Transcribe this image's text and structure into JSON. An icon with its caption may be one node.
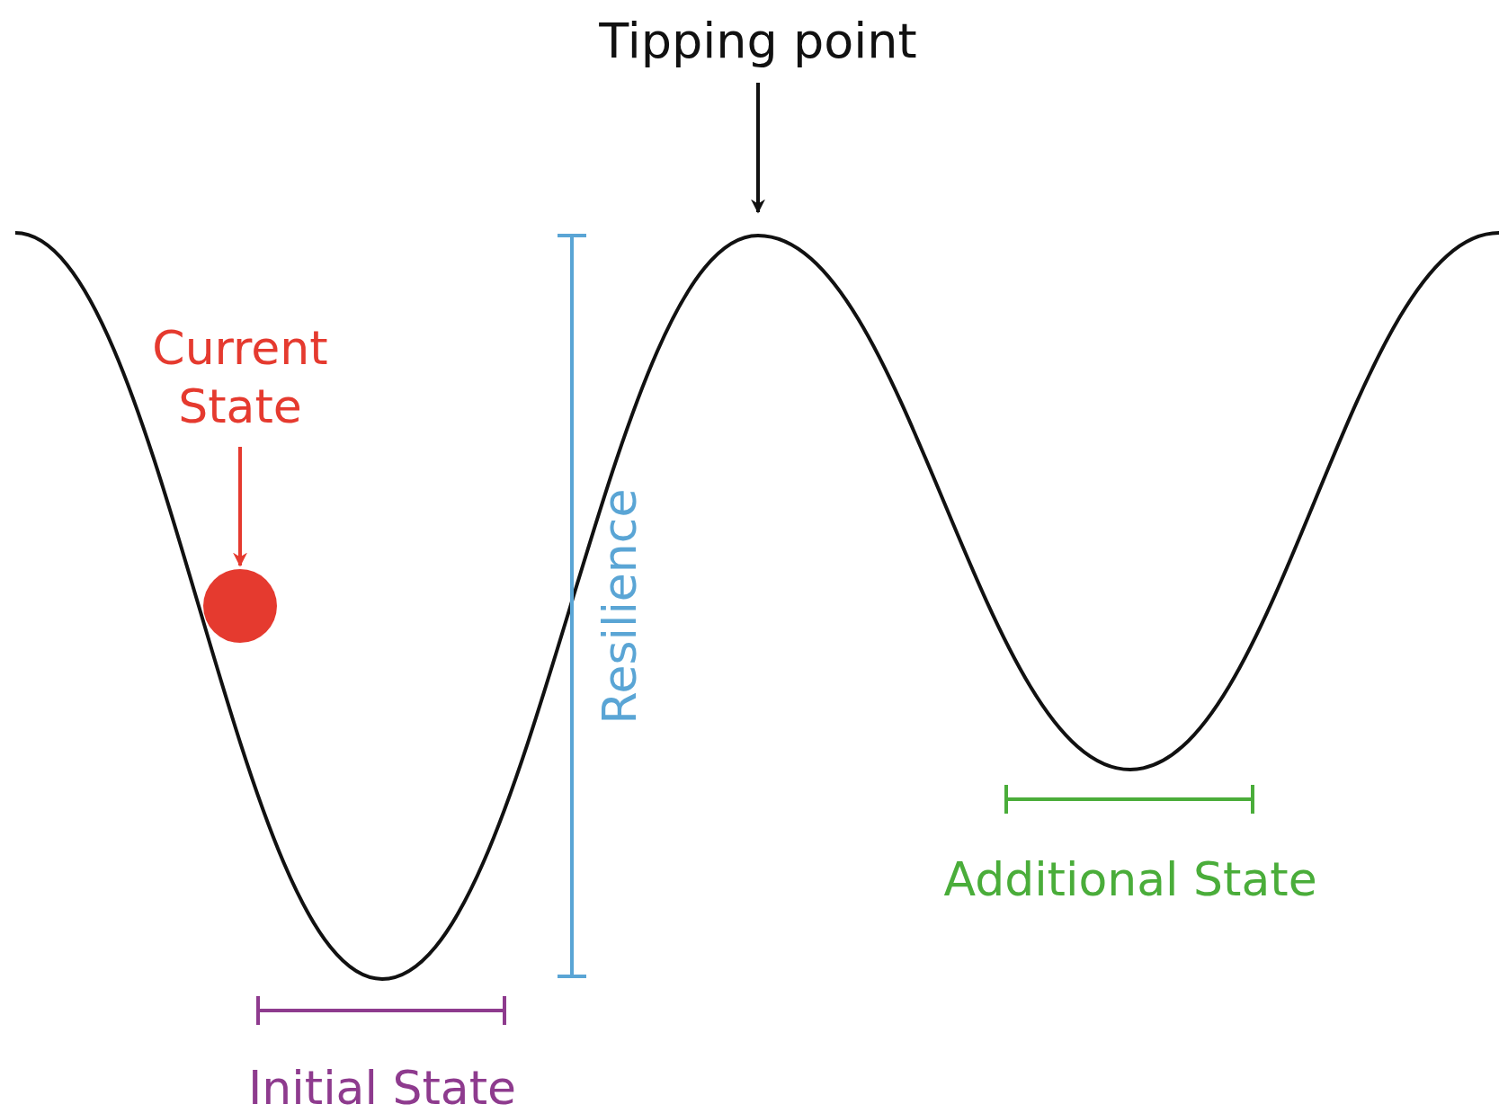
{
  "diagram": {
    "nodes": [
      {
        "text": [
          "Tipping point"
        ]
      },
      {
        "text": [
          "Current State"
        ]
      },
      {
        "text": [],
        "shape": "circle"
      }
    ],
    "edges": [
      {
        "from": 0,
        "to": null,
        "arrow": "to"
      },
      {
        "from": 1,
        "to": 2,
        "arrow": "to",
        "color": "#e53a2f"
      }
    ],
    "labels": [
      "Resilience",
      "Additional State",
      "Initial State"
    ]
  }
}
